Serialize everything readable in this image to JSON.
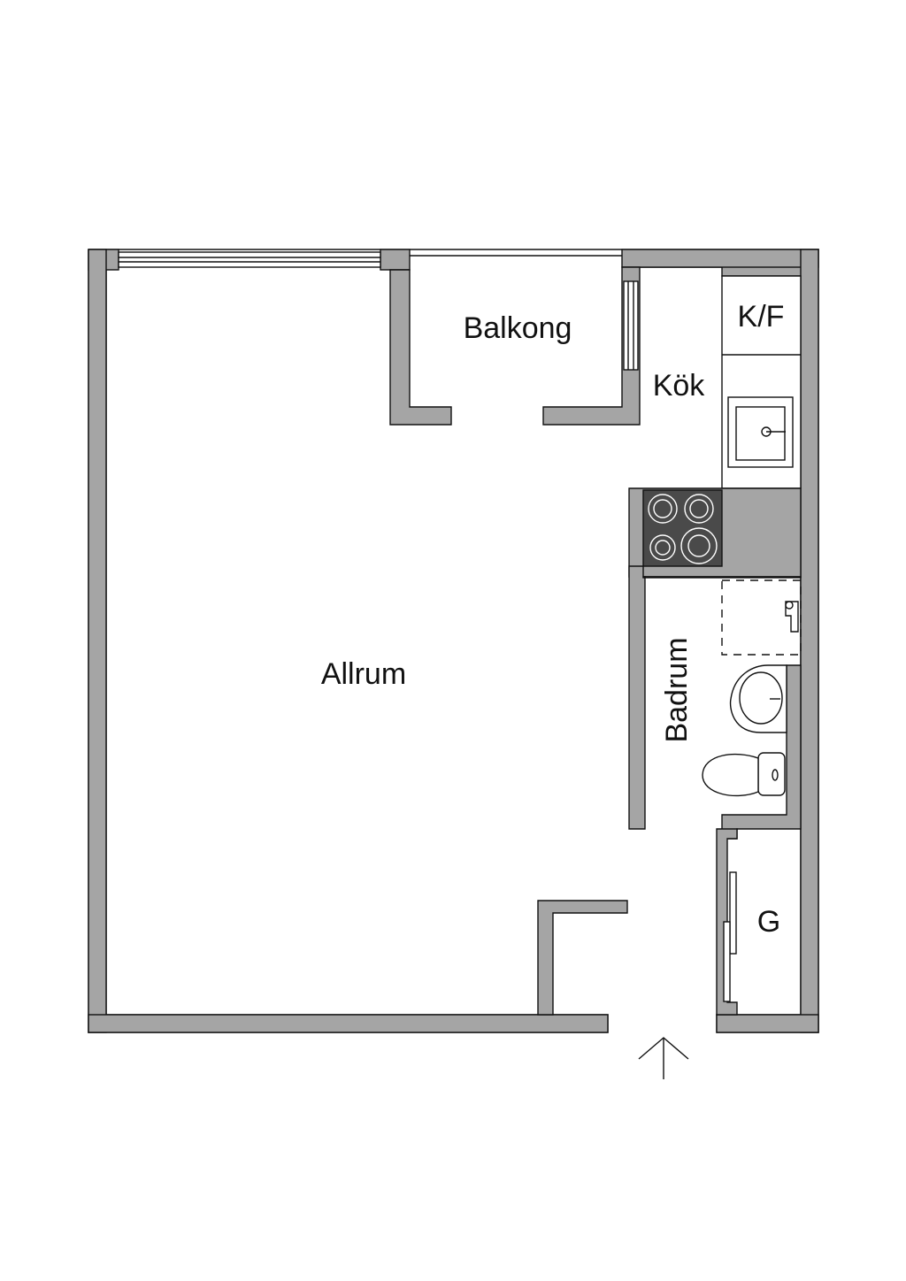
{
  "plan": {
    "rooms": {
      "balkong": "Balkong",
      "kok": "Kök",
      "kf": "K/F",
      "allrum": "Allrum",
      "badrum": "Badrum",
      "g": "G"
    },
    "colors": {
      "wall": "#a5a5a5",
      "stove": "#4a4a4a",
      "line": "#111111",
      "background": "#ffffff"
    },
    "icons": {
      "entrance": "entrance-arrow-icon",
      "sink": "kitchen-sink-icon",
      "stove": "stove-icon",
      "shower": "shower-icon",
      "washbasin": "washbasin-icon",
      "toilet": "toilet-icon"
    }
  }
}
